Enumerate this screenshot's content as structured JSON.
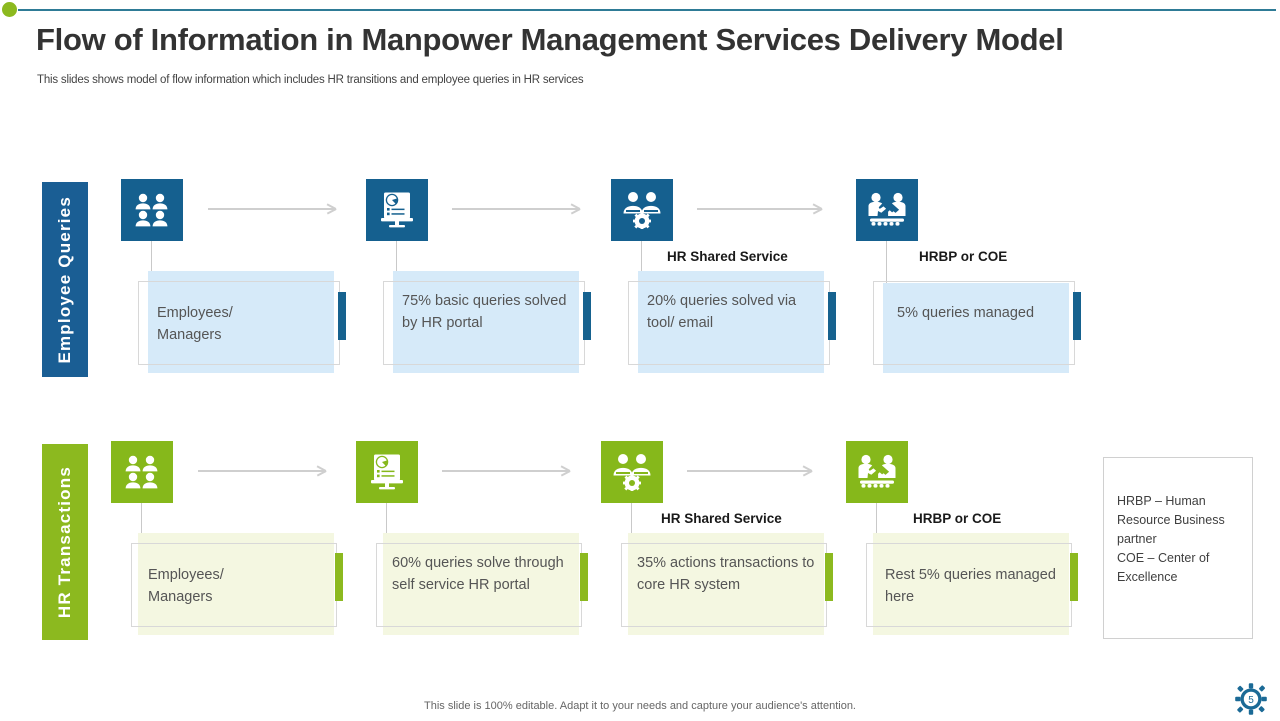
{
  "header": {
    "title": "Flow of Information in Manpower Management Services Delivery Model",
    "subtitle": "This slides shows model of flow information which includes  HR  transitions and employee queries in HR services"
  },
  "colors": {
    "blue_primary": "#15608f",
    "blue_bar": "#1a5e94",
    "blue_card_fill": "#d6eaf9",
    "green_primary": "#86b81b",
    "green_bar": "#8cb91f",
    "green_card_fill": "#f4f7e1",
    "rule_teal": "#2e7b96",
    "accent_dot_green": "#8cb91f"
  },
  "rows": [
    {
      "label": "Employee  Queries",
      "theme": "blue",
      "stages": [
        {
          "icon": "people-group-icon",
          "caption": "",
          "text": "Employees/\nManagers"
        },
        {
          "icon": "self-service-portal-icon",
          "caption": "",
          "text": "75% basic queries solved by HR portal"
        },
        {
          "icon": "people-gear-icon",
          "caption": "HR Shared Service",
          "text": "20% queries solved via tool/ email"
        },
        {
          "icon": "handshake-chain-icon",
          "caption": "HRBP or COE",
          "text": "5% queries managed"
        }
      ]
    },
    {
      "label": "HR Transactions",
      "theme": "green",
      "stages": [
        {
          "icon": "people-group-icon",
          "caption": "",
          "text": "Employees/\nManagers"
        },
        {
          "icon": "self-service-portal-icon",
          "caption": "",
          "text": "60% queries solve through self service HR portal"
        },
        {
          "icon": "people-gear-icon",
          "caption": "HR Shared Service",
          "text": "35% actions transactions to core HR system"
        },
        {
          "icon": "handshake-chain-icon",
          "caption": "HRBP or COE",
          "text": "Rest 5% queries managed here"
        }
      ]
    }
  ],
  "legend": {
    "text": "HRBP – Human Resource Business partner\nCOE – Center of  Excellence"
  },
  "footer": {
    "note": "This slide is 100% editable. Adapt it to your needs and capture your audience's attention.",
    "badge_number": "5",
    "badge_icon": "gear-icon"
  }
}
